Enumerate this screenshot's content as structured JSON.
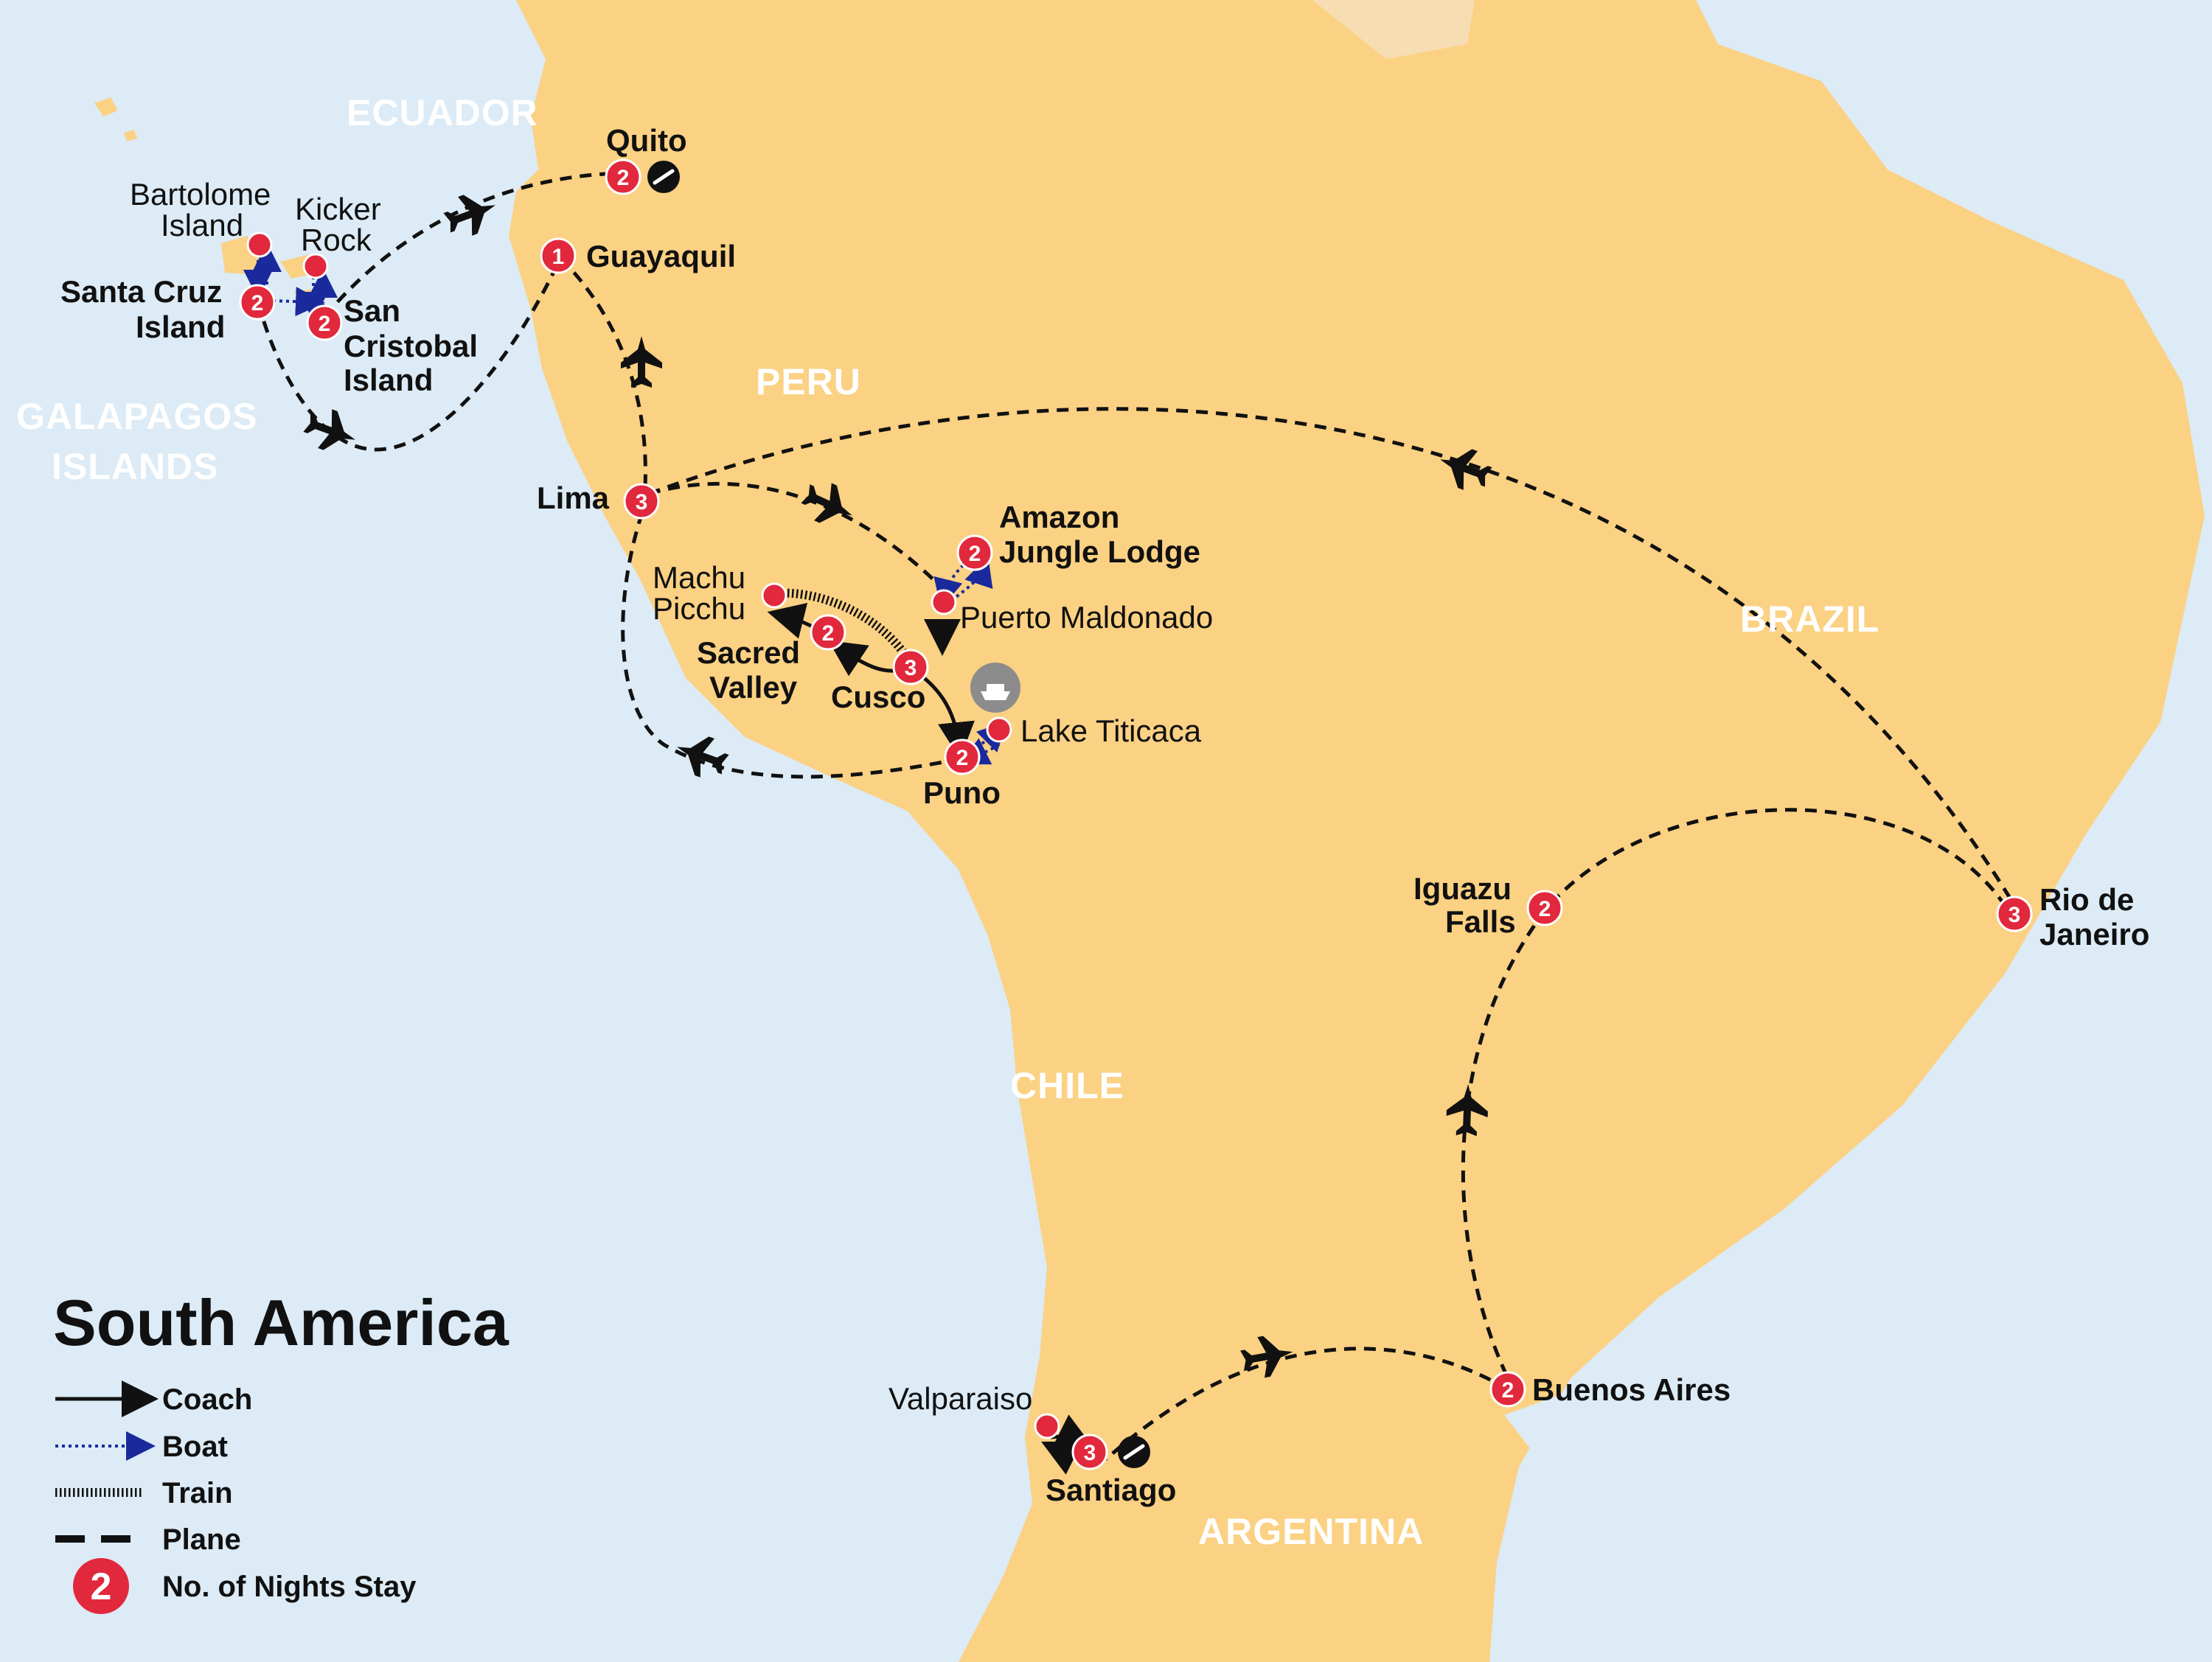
{
  "map_title": "South America",
  "colors": {
    "ocean": "#dcebf5",
    "land_main": "#fbd183",
    "land_other": "#f7ddb2",
    "badge": "#e2283c",
    "boat": "#1a2a9c",
    "route": "#111111"
  },
  "countries": {
    "ecuador": "ECUADOR",
    "galapagos": "GALAPAGOS",
    "galapagos2": "ISLANDS",
    "peru": "PERU",
    "brazil": "BRAZIL",
    "chile": "CHILE",
    "argentina": "ARGENTINA"
  },
  "stops": {
    "quito": {
      "name": "Quito",
      "nights": "2"
    },
    "guayaquil": {
      "name": "Guayaquil",
      "nights": "1"
    },
    "santa_cruz": {
      "line1": "Santa Cruz",
      "line2": "Island",
      "nights": "2"
    },
    "san_cristobal": {
      "line1": "San",
      "line2": "Cristobal",
      "line3": "Island",
      "nights": "2"
    },
    "bartolome": {
      "line1": "Bartolome",
      "line2": "Island"
    },
    "kicker": {
      "line1": "Kicker",
      "line2": "Rock"
    },
    "lima": {
      "name": "Lima",
      "nights": "3"
    },
    "amazon": {
      "line1": "Amazon",
      "line2": "Jungle Lodge",
      "nights": "2"
    },
    "puerto": {
      "name": "Puerto Maldonado"
    },
    "machu": {
      "line1": "Machu",
      "line2": "Picchu"
    },
    "sacred": {
      "line1": "Sacred",
      "line2": "Valley",
      "nights": "2"
    },
    "cusco": {
      "name": "Cusco",
      "nights": "3"
    },
    "titicaca": {
      "name": "Lake Titicaca"
    },
    "puno": {
      "name": "Puno",
      "nights": "2"
    },
    "iguazu": {
      "line1": "Iguazu",
      "line2": "Falls",
      "nights": "2"
    },
    "rio": {
      "line1": "Rio de",
      "line2": "Janeiro",
      "nights": "3"
    },
    "buenos_aires": {
      "name": "Buenos Aires",
      "nights": "2"
    },
    "valparaiso": {
      "name": "Valparaiso"
    },
    "santiago": {
      "name": "Santiago",
      "nights": "3"
    }
  },
  "legend": {
    "coach": "Coach",
    "boat": "Boat",
    "train": "Train",
    "plane": "Plane",
    "nights_badge": "2",
    "nights": "No. of Nights Stay"
  }
}
